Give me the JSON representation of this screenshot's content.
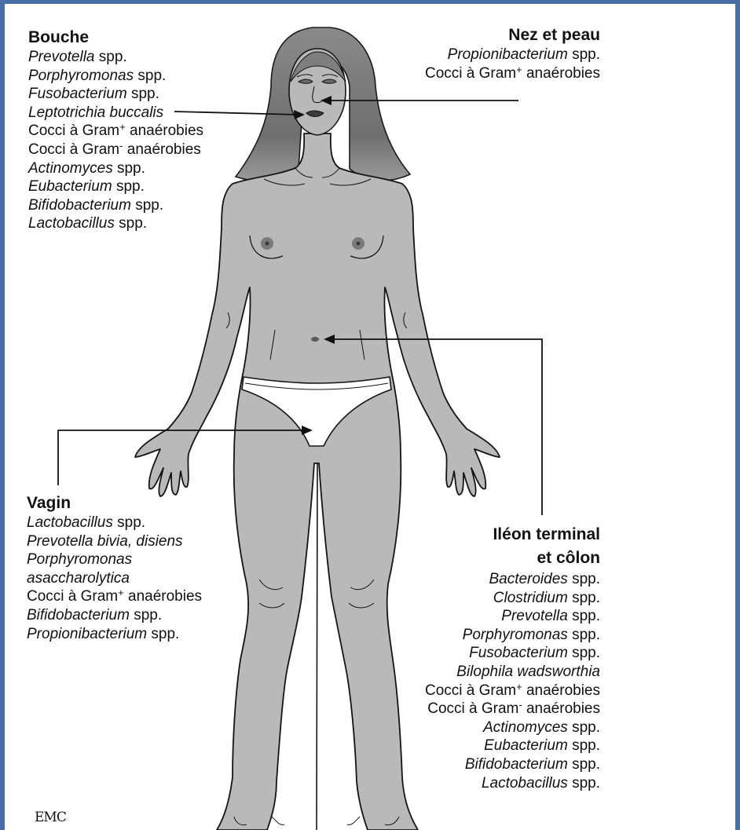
{
  "frame_color": "#4a6fa5",
  "body_fill": "#b9b9b9",
  "hair_fill": "#7e7e7e",
  "regions": {
    "bouche": {
      "title": "Bouche",
      "items": [
        {
          "name": "Prevotella",
          "suffix": " spp.",
          "italic": true
        },
        {
          "name": "Porphyromonas",
          "suffix": " spp.",
          "italic": true
        },
        {
          "name": "Fusobacterium",
          "suffix": " spp.",
          "italic": true
        },
        {
          "name": "Leptotrichia buccalis",
          "suffix": "",
          "italic": true
        },
        {
          "name": "Cocci à Gram",
          "sup": "+",
          "suffix": " anaérobies",
          "italic": false
        },
        {
          "name": "Cocci à Gram",
          "sup": "-",
          "suffix": " anaérobies",
          "italic": false
        },
        {
          "name": "Actinomyces",
          "suffix": " spp.",
          "italic": true
        },
        {
          "name": "Eubacterium",
          "suffix": " spp.",
          "italic": true
        },
        {
          "name": "Bifidobacterium",
          "suffix": " spp.",
          "italic": true
        },
        {
          "name": "Lactobacillus",
          "suffix": " spp.",
          "italic": true
        }
      ]
    },
    "nez": {
      "title": "Nez et peau",
      "items": [
        {
          "name": "Propionibacterium",
          "suffix": " spp.",
          "italic": true
        },
        {
          "name": "Cocci à Gram",
          "sup": "+",
          "suffix": " anaérobies",
          "italic": false
        }
      ]
    },
    "vagin": {
      "title": "Vagin",
      "items": [
        {
          "name": "Lactobacillus",
          "suffix": " spp.",
          "italic": true
        },
        {
          "name": "Prevotella bivia, disiens",
          "suffix": "",
          "italic": true
        },
        {
          "name": "Porphyromonas",
          "suffix": "",
          "italic": true
        },
        {
          "name": "asaccharolytica",
          "suffix": "",
          "italic": true
        },
        {
          "name": "Cocci à Gram",
          "sup": "+",
          "suffix": " anaérobies",
          "italic": false
        },
        {
          "name": "Bifidobacterium",
          "suffix": " spp.",
          "italic": true
        },
        {
          "name": "Propionibacterium",
          "suffix": " spp.",
          "italic": true
        }
      ]
    },
    "ileon": {
      "title_line1": "Iléon terminal",
      "title_line2": "et côlon",
      "items": [
        {
          "name": "Bacteroides",
          "suffix": " spp.",
          "italic": true
        },
        {
          "name": "Clostridium",
          "suffix": " spp.",
          "italic": true
        },
        {
          "name": "Prevotella",
          "suffix": " spp.",
          "italic": true
        },
        {
          "name": "Porphyromonas",
          "suffix": " spp.",
          "italic": true
        },
        {
          "name": "Fusobacterium",
          "suffix": " spp.",
          "italic": true
        },
        {
          "name": "Bilophila wadsworthia",
          "suffix": "",
          "italic": true
        },
        {
          "name": "Cocci à Gram",
          "sup": "+",
          "suffix": " anaérobies",
          "italic": false
        },
        {
          "name": "Cocci à Gram",
          "sup": "-",
          "suffix": " anaérobies",
          "italic": false
        },
        {
          "name": "Actinomyces",
          "suffix": " spp.",
          "italic": true
        },
        {
          "name": "Eubacterium",
          "suffix": " spp.",
          "italic": true
        },
        {
          "name": "Bifidobacterium",
          "suffix": " spp.",
          "italic": true
        },
        {
          "name": "Lactobacillus",
          "suffix": " spp.",
          "italic": true
        }
      ]
    }
  },
  "logo": "EMC"
}
